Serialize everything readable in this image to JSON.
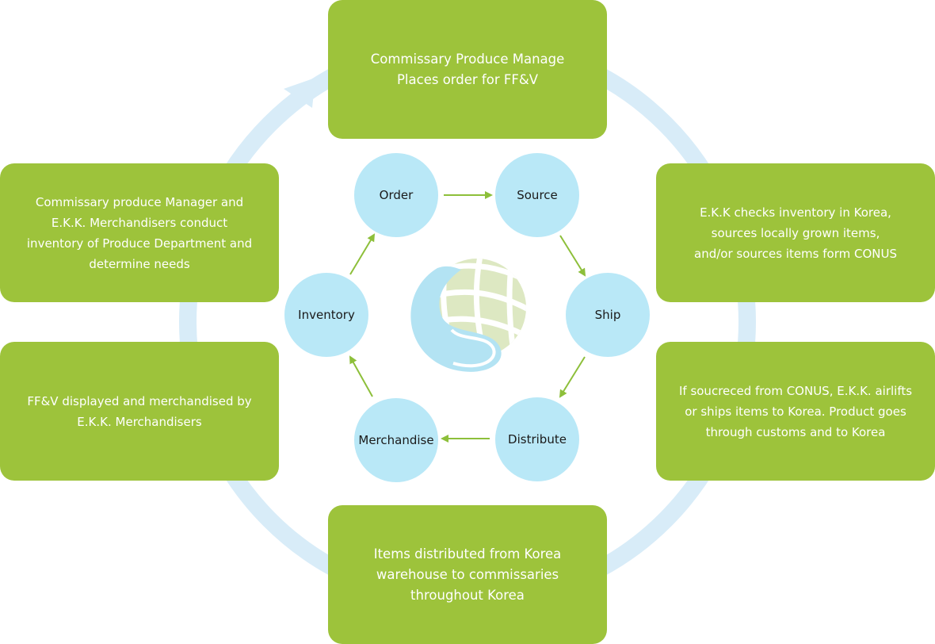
{
  "colors": {
    "box_fill": "#9dc33b",
    "box_text": "#ffffff",
    "node_fill": "#b9e8f7",
    "node_text": "#1a1a1a",
    "ring": "#d8ecf8",
    "inner_arrow": "#8dbf3a",
    "logo_globe": "#dde8c2",
    "logo_swoosh": "#b3e3f3"
  },
  "outer_steps": {
    "top": "Commissary Produce Manage\nPlaces order for FF&V",
    "right_upper": "E.K.K checks inventory in Korea,\nsources locally grown items,\nand/or sources items form CONUS",
    "right_lower": "If soucreced from CONUS, E.K.K. airlifts\nor ships items to Korea. Product goes\nthrough customs and to Korea",
    "bottom": "Items distributed from Korea\nwarehouse to commissaries\nthroughout Korea",
    "left_lower": "FF&V displayed and merchandised by\nE.K.K. Merchandisers",
    "left_upper": "Commissary produce Manager and\nE.K.K. Merchandisers conduct\ninventory of Produce Department and\ndetermine needs"
  },
  "cycle": {
    "order": "Order",
    "source": "Source",
    "ship": "Ship",
    "distribute": "Distribute",
    "merchandise": "Merchandise",
    "inventory": "Inventory"
  },
  "icons": {
    "logo": "globe-swoosh-logo-icon",
    "ring_arrow": "circular-arrow-icon"
  }
}
